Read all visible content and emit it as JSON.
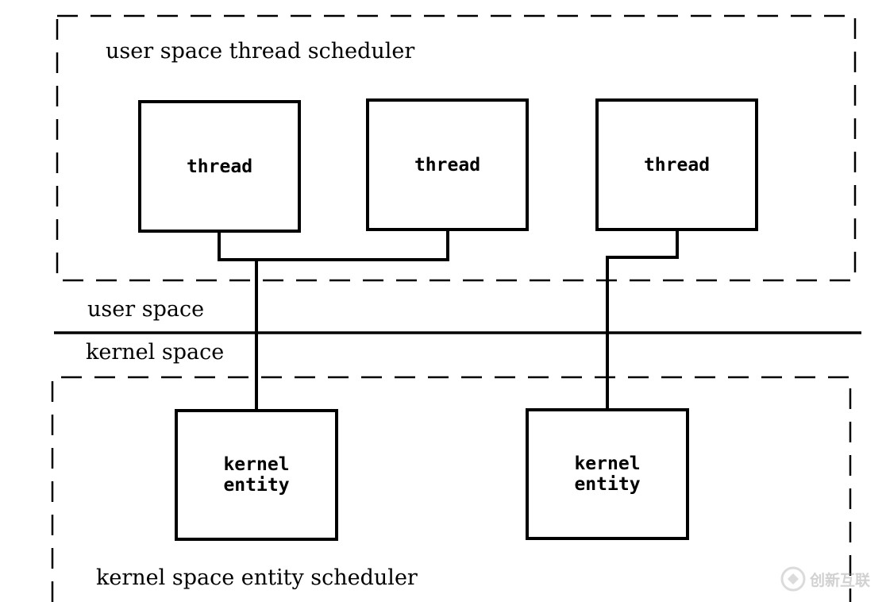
{
  "user_region": {
    "label": "user space thread scheduler",
    "threads": [
      {
        "label": "thread"
      },
      {
        "label": "thread"
      },
      {
        "label": "thread"
      }
    ]
  },
  "boundary": {
    "upper_label": "user space",
    "lower_label": "kernel space"
  },
  "kernel_region": {
    "label": "kernel space entity scheduler",
    "entities": [
      {
        "label": "kernel\nentity"
      },
      {
        "label": "kernel\nentity"
      }
    ]
  },
  "watermark": {
    "text": "创新互联",
    "icon": "watermark-logo-icon"
  }
}
